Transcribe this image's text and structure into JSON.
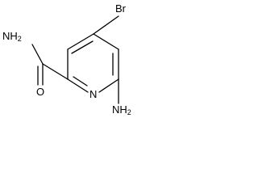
{
  "molecule": {
    "atoms": {
      "bromine": "Br",
      "amide_nitrogen": "NH",
      "amide_nitrogen_subscript": "2",
      "carbonyl_oxygen": "O",
      "ring_nitrogen": "N",
      "amino_nitrogen": "NH",
      "amino_nitrogen_subscript": "2"
    }
  }
}
